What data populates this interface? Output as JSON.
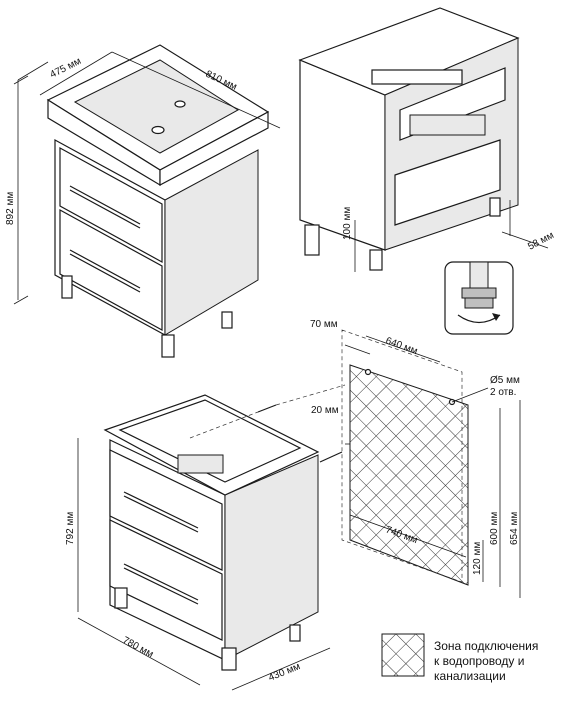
{
  "dimensions": {
    "sink_depth": "475 мм",
    "sink_width": "810 мм",
    "total_height": "892 мм",
    "leg_height": "100 мм",
    "leg_offset": "58 мм",
    "hole_offset_x": "70 мм",
    "hole_spacing": "640 мм",
    "hole_diameter": "Ø5 мм",
    "hole_count": "2 отв.",
    "hole_offset_y": "20 мм",
    "zone_width": "740 мм",
    "zone_bottom": "120 мм",
    "zone_height": "600 мм",
    "hole_height": "654 мм",
    "cabinet_height": "792 мм",
    "cabinet_width": "780 мм",
    "cabinet_depth": "430 мм"
  },
  "legend": {
    "line1": "Зона подключения",
    "line2": "к водопроводу и",
    "line3": "канализации"
  },
  "colors": {
    "line": "#1a1a1a",
    "panel": "#ffffff",
    "shade": "#e9e9e9"
  },
  "icons": {
    "adjustable_foot": "adjustable-foot-icon",
    "rotate_arrow": "rotate-arrow-icon"
  }
}
